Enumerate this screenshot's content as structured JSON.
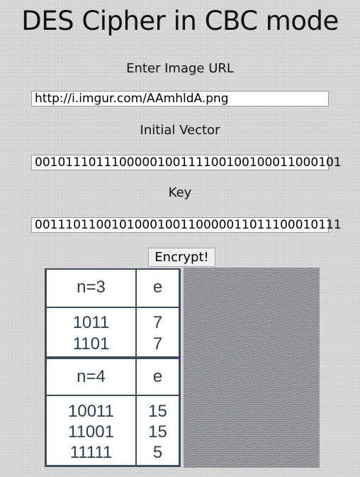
{
  "page": {
    "title": "DES Cipher in CBC mode"
  },
  "form": {
    "image_url_label": "Enter Image URL",
    "image_url_value": "http://i.imgur.com/AAmhldA.png",
    "iv_label": "Initial Vector",
    "iv_value": "0010111011100000100111100100100011000101",
    "key_label": "Key",
    "key_value": "0011101100101000100110000011011100010111",
    "encrypt_label": "Encrypt!"
  },
  "source_table": {
    "header_n3": "n=3",
    "header_e": "e",
    "n3_values": [
      "1011",
      "1101"
    ],
    "n3_e": [
      "7",
      "7"
    ],
    "header_n4": "n=4",
    "n4_values": [
      "10011",
      "11001",
      "11111"
    ],
    "n4_e": [
      "15",
      "15",
      "5"
    ]
  },
  "output": {
    "image_desc": "encrypted-noise-image"
  }
}
